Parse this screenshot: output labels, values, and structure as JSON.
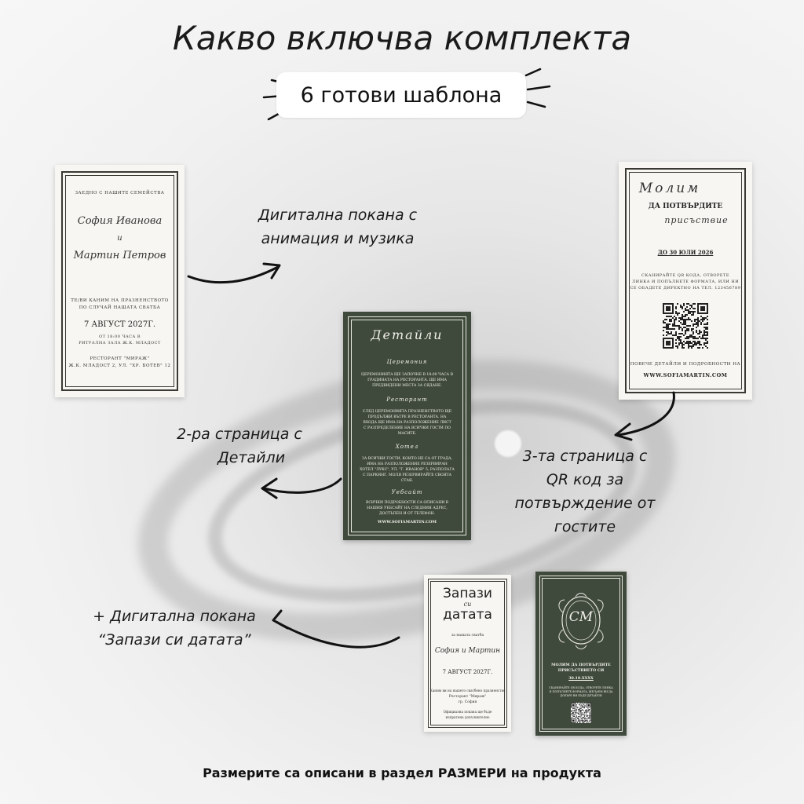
{
  "title": "Какво включва комплекта",
  "pill": "6 готови шаблона",
  "labels": {
    "invite": [
      "Дигитална покана с",
      "анимация и музика"
    ],
    "details": [
      "2-ра страница  с",
      "Детайли"
    ],
    "qr": [
      "3-та страница с",
      "QR код за",
      "потвърждение от",
      "гостите"
    ],
    "save": [
      "+ Дигитална покана",
      "“Запази си датата”"
    ]
  },
  "footer": "Размерите са описани в раздел РАЗМЕРИ на продукта",
  "card_invite": {
    "top": "ЗАЕДНО С НАШИТЕ СЕМЕЙСТВА",
    "bride": "София Иванова",
    "and": "и",
    "groom": "Мартин Петров",
    "line1": "ТЕ/ВИ КАНИМ НА ПРАЗНЕНСТВОТО",
    "line2": "ПО СЛУЧАЙ НАШАТА СВАТБА",
    "date": "7 АВГУСТ 2027Г.",
    "time1": "ОТ 18:00 ЧАСА В",
    "time2": "РИТУАЛНА ЗАЛА Ж.К. МЛАДОСТ",
    "venue": "РЕСТОРАНТ \"МИРАЖ\"",
    "address": "Ж.К. МЛАДОСТ 2, УЛ. \"ХР. БОТЕВ\" 12"
  },
  "card_details": {
    "heading": "Детайли",
    "s1_title": "Церемония",
    "s1_l1": "ЦЕРЕМОНИЯТА ЩЕ ЗАПОЧНЕ В 18:00 ЧАСА В",
    "s1_l2": "ГРАДИНАТА НА РЕСТОРАНТА. ЩЕ ИМА",
    "s1_l3": "ПРЕДВИДЕНИ МЕСТА ЗА СЯДАНЕ.",
    "s2_title": "Ресторант",
    "s2_l1": "СЛЕД ЦЕРЕМОНИЯТА ПРАЗНЕНСТВОТО ЩЕ",
    "s2_l2": "ПРОДЪЛЖИ ВЪТРЕ В РЕСТОРАНТА. НА",
    "s2_l3": "ВХОДА ЩЕ ИМА НА РАЗПОЛОЖЕНИЕ ЛИСТ",
    "s2_l4": "С РАЗПРЕДЕЛЕНИЕ НА ВСИЧКИ ГОСТИ ПО",
    "s2_l5": "МАСИТЕ.",
    "s3_title": "Хотел",
    "s3_l1": "ЗА ВСИЧКИ ГОСТИ, КОИТО НЕ СА ОТ ГРАДА,",
    "s3_l2": "ИМА НА РАЗПОЛОЖЕНИЕ РЕЗЕРВИРАН",
    "s3_l3": "ХОТЕЛ \"ЛУКС\", УЛ. \"Г. ИВАНОВ\" 5, РАЗПОЛАГА",
    "s3_l4": "С ПАРКИНГ. МОЛЯ РЕЗЕРВИРАЙТЕ СВОЯТА",
    "s3_l5": "СТАЯ.",
    "s4_title": "Уебсайт",
    "s4_l1": "ВСИЧКИ ПОДРОБНОСТИ СА ОПИСАНИ В",
    "s4_l2": "НАШИЯ УЕБСАЙТ НА СЛЕДНИЯ АДРЕС,",
    "s4_l3": "ДОСТЪПЕН И ОТ ТЕЛЕФОН.",
    "site": "WWW.SOFIAMARTIN.COM"
  },
  "card_rsvp": {
    "h1": "Молим",
    "h2": "ДА ПОТВЪРДИТЕ",
    "h3": "присъствие",
    "deadline": "ДО 30 ЮЛИ 2026",
    "l1": "СКАНИРАЙТЕ QR  КОДА, ОТВОРЕТЕ",
    "l2": "ЛИНКА И ПОПЪЛНЕТЕ ФОРМАТА,  ИЛИ НИ",
    "l3": "СЕ ОБАДЕТЕ ДИРЕКТНО НА ТЕЛ. 123456789",
    "more": "ПОВЕЧЕ ДЕТАЙЛИ И ПОДРОБНОСТИ НА",
    "site": "WWW.SOFIAMARTIN.COM"
  },
  "card_save": {
    "h1": "Запази",
    "h2": "си",
    "h3": "датата",
    "sub": "за нашата сватба",
    "names": "София и Мартин",
    "date": "7 АВГУСТ 2027Г.",
    "l1": "Каним ви на нашето сватбено празненство",
    "venue": "Ресторант \"Мираж\"",
    "city": "гр. София",
    "l2": "Официална покана ще бъде",
    "l3": "изпратена допълнително"
  },
  "card_mono": {
    "mono": "СМ",
    "l1": "МОЛИМ ДА ПОТВЪРДИТЕ",
    "l2": "ПРИСЪСТВИЕТО СИ",
    "date": "30.10.XXXX",
    "s1": "СКАНИРАЙТЕ QR КОДА, ОТВОРЕТЕ ЛИНКА",
    "s2": "И ПОПЪЛНЕТЕ ФОРМАТА, ЖЕЛАЕМ ВИ ДА",
    "s3": "ДОБЪРЕ ВИ БЪДЕ ДЕТАЙЛИ"
  }
}
